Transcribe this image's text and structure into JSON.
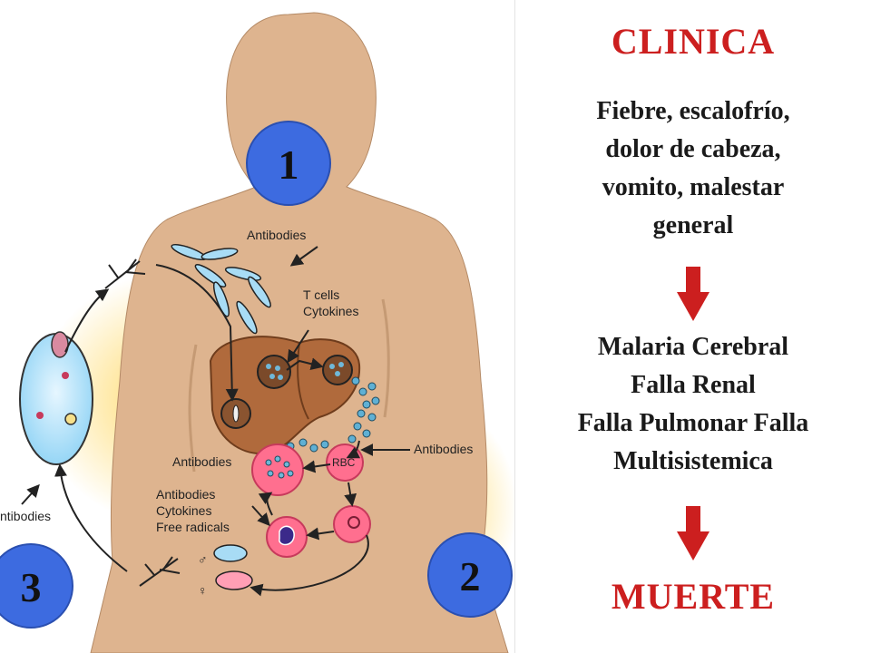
{
  "clinic": {
    "title": "CLINICA",
    "symptoms": [
      "Fiebre, escalofrío,",
      "dolor de cabeza,",
      "vomito, malestar",
      "general"
    ],
    "complications": [
      "Malaria Cerebral",
      "Falla Renal",
      "Falla Pulmonar Falla",
      "Multisistemica"
    ],
    "outcome": "MUERTE"
  },
  "diagram": {
    "labels": {
      "antibodies_top": "Antibodies",
      "tcells": "T cells",
      "cytokines_liver": "Cytokines",
      "antibodies_left": "Antibodies",
      "rbc": "RBC",
      "antibodies_right": "Antibodies",
      "antibodies_low": "Antibodies",
      "cytokines_low": "Cytokines",
      "free_radicals": "Free radicals",
      "antibodies_edge": "ntibodies",
      "male_symbol": "♂",
      "female_symbol": "♀"
    },
    "badges": [
      "1",
      "2",
      "3"
    ]
  },
  "colors": {
    "accent_red": "#cc1f1f",
    "badge_blue": "#3d6be0",
    "skin": "#deb48f",
    "liver": "#b06a3c",
    "cell_pink": "#ff6f8f"
  }
}
